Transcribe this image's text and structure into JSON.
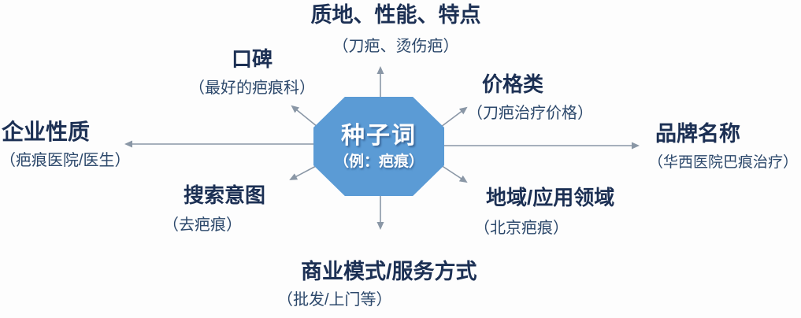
{
  "center": {
    "title": "种子词",
    "subtitle": "（例：疤痕）",
    "shape": "octagon",
    "fill_color": "#5B9BD5",
    "text_color": "#FFFFFF"
  },
  "branches": [
    {
      "id": "texture",
      "direction": "top",
      "label": "质地、性能、特点",
      "example": "（刀疤、烫伤疤）"
    },
    {
      "id": "reputation",
      "direction": "top-left",
      "label": "口碑",
      "example": "（最好的疤痕科）"
    },
    {
      "id": "price",
      "direction": "top-right",
      "label": "价格类",
      "example": "（刀疤治疗价格）"
    },
    {
      "id": "enterprise",
      "direction": "left",
      "label": "企业性质",
      "example": "（疤痕医院/医生）"
    },
    {
      "id": "brand",
      "direction": "right",
      "label": "品牌名称",
      "example": "（华西医院巴痕治疗）"
    },
    {
      "id": "intent",
      "direction": "bottom-left",
      "label": "搜索意图",
      "example": "（去疤痕）"
    },
    {
      "id": "region",
      "direction": "bottom-right",
      "label": "地域/应用领域",
      "example": "（北京疤痕）"
    },
    {
      "id": "business",
      "direction": "bottom",
      "label": "商业模式/服务方式",
      "example": "（批发/上门等）"
    }
  ],
  "colors": {
    "heading_text": "#1C3054",
    "example_text": "#2C486B",
    "arrow": "#8A97A6",
    "background": "#FDFDFD"
  }
}
